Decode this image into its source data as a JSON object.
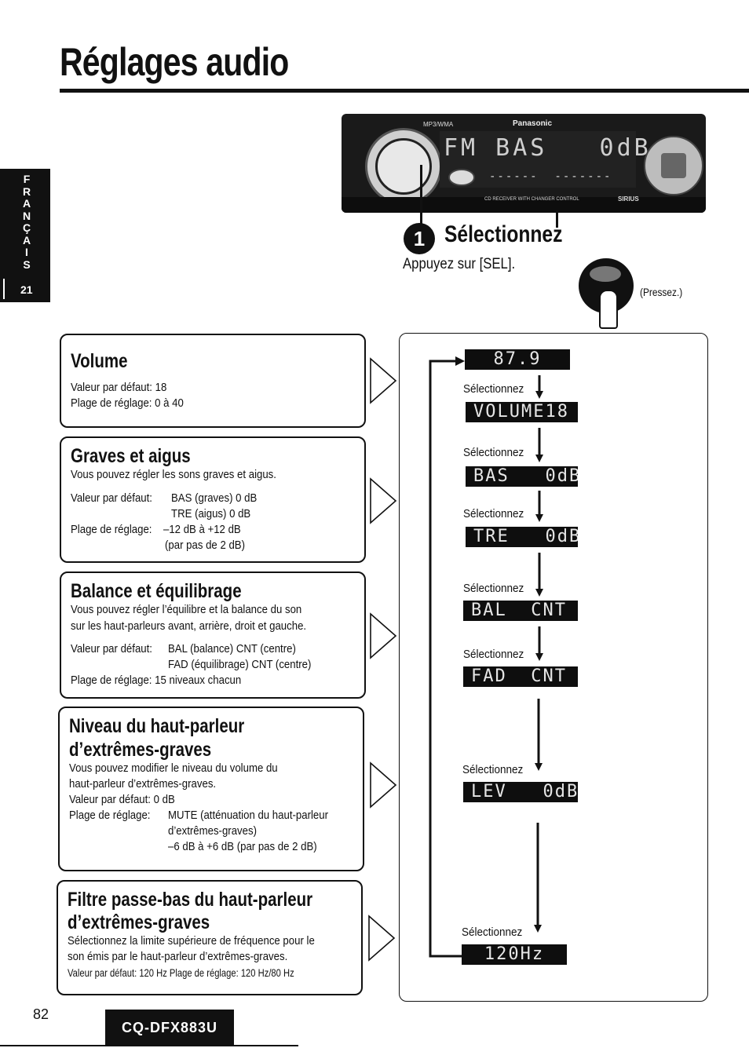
{
  "page": {
    "title": "Réglages audio",
    "page_number": "82",
    "model": "CQ-DFX883U"
  },
  "language_tab": {
    "letters": [
      "F",
      "R",
      "A",
      "N",
      "Ç",
      "A",
      "I",
      "S"
    ],
    "section_number": "21"
  },
  "device": {
    "brand": "Panasonic",
    "display": "FM BAS   0dB",
    "dashes": "------  -------",
    "label_left": "MP3/WMA",
    "label_bottom": "CD RECEIVER WITH CHANGER CONTROL",
    "label_sirius": "SIRIUS"
  },
  "step": {
    "number": "1",
    "title": "Sélectionnez",
    "instruction": "Appuyez sur [SEL].",
    "press_label": "(Pressez.)"
  },
  "sections": [
    {
      "title": "Volume",
      "lines": [
        "Valeur par défaut: 18",
        "Plage de réglage: 0 à 40"
      ]
    },
    {
      "title": "Graves et aigus",
      "intro": "Vous pouvez régler les sons graves et aigus.",
      "default_label": "Valeur par défaut:",
      "default_values": [
        "BAS (graves) 0 dB",
        "TRE (aigus) 0 dB"
      ],
      "range_label": "Plage de réglage:",
      "range_values": [
        "–12 dB à +12 dB",
        "(par pas de 2 dB)"
      ]
    },
    {
      "title": "Balance et équilibrage",
      "intro": [
        "Vous pouvez régler l’équilibre et la balance du son",
        "sur les haut-parleurs avant, arrière, droit et gauche."
      ],
      "default_label": "Valeur par défaut:",
      "default_values": [
        "BAL (balance) CNT (centre)",
        "FAD (équilibrage) CNT (centre)"
      ],
      "range_line": "Plage de réglage: 15 niveaux chacun"
    },
    {
      "title": [
        "Niveau du haut-parleur",
        "d’extrêmes-graves"
      ],
      "intro": [
        "Vous pouvez modifier le niveau du volume du",
        "haut-parleur d’extrêmes-graves."
      ],
      "default_line": "Valeur par défaut:  0 dB",
      "range_label": "Plage de réglage:",
      "range_values": [
        "MUTE (atténuation du haut-parleur",
        "d’extrêmes-graves)",
        "–6 dB à +6 dB (par pas de 2 dB)"
      ]
    },
    {
      "title": [
        "Filtre passe-bas du haut-parleur",
        "d’extrêmes-graves"
      ],
      "intro": [
        "Sélectionnez la limite supérieure de fréquence pour le",
        "son émis par le haut-parleur d’extrêmes-graves."
      ],
      "defaults_line": "Valeur par défaut: 120 Hz    Plage de réglage: 120 Hz/80 Hz"
    }
  ],
  "flow": {
    "select_label": "Sélectionnez",
    "displays": [
      "87.9",
      "VOLUME18",
      "BAS   0dB",
      "TRE   0dB",
      "BAL  CNT",
      "FAD  CNT",
      "LEV   0dB",
      "120Hz"
    ]
  }
}
